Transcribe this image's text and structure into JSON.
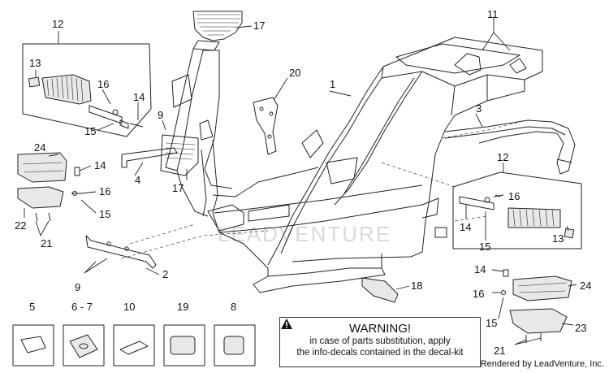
{
  "diagram": {
    "watermark": "LEADVENTURE",
    "callouts": {
      "c1": "1",
      "c2": "2",
      "c3": "3",
      "c4": "4",
      "c5": "5",
      "c6_7": "6 - 7",
      "c8": "8",
      "c9a": "9",
      "c9b": "9",
      "c10": "10",
      "c11": "11",
      "c12a": "12",
      "c12b": "12",
      "c13a": "13",
      "c13b": "13",
      "c14a": "14",
      "c14b": "14",
      "c14c": "14",
      "c14d": "14",
      "c15a": "15",
      "c15b": "15",
      "c15c": "15",
      "c15d": "15",
      "c16a": "16",
      "c16b": "16",
      "c16c": "16",
      "c16d": "16",
      "c17a": "17",
      "c17b": "17",
      "c18": "18",
      "c19": "19",
      "c20": "20",
      "c21a": "21",
      "c21b": "21",
      "c22": "22",
      "c23": "23",
      "c24a": "24",
      "c24b": "24"
    }
  },
  "warning": {
    "title": "WARNING!",
    "line1": "in case of parts substitution, apply",
    "line2": "the info-decals contained in the decal-kit",
    "icon": "warning-triangle-icon"
  },
  "footer": {
    "credit": "Rendered by LeadVenture, Inc."
  }
}
